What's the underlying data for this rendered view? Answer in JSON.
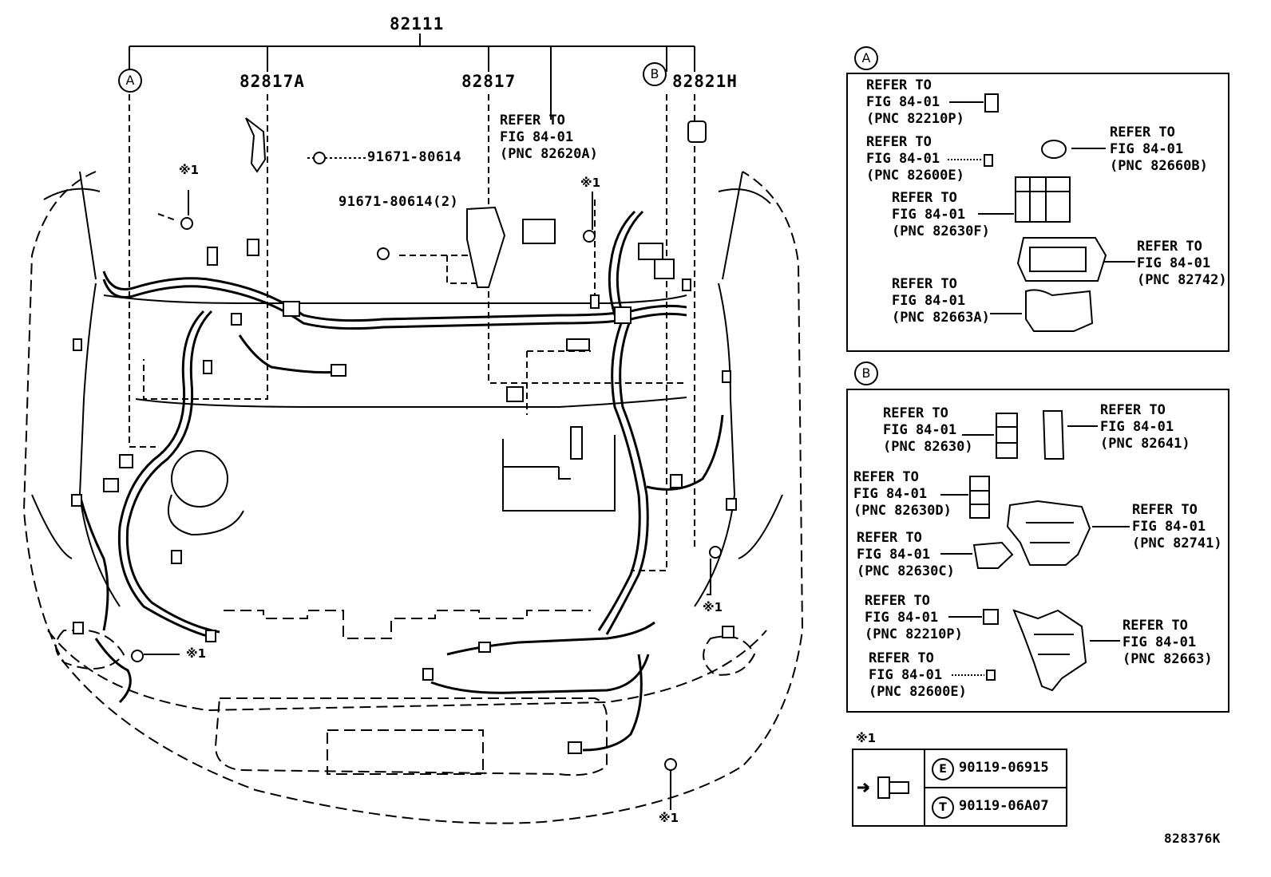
{
  "main_labels": {
    "harness": "82111",
    "bracket_a": "82817A",
    "bracket": "82817",
    "relay_h": "82821H",
    "bolt_1": "91671-80614",
    "bolt_2": "91671-80614(2)"
  },
  "ref_center": {
    "l1": "REFER TO",
    "l2": "FIG 84-01",
    "l3": "(PNC 82620A)"
  },
  "markers": {
    "a": "A",
    "b": "B",
    "note": "※1"
  },
  "panel_a": {
    "items": [
      {
        "l1": "REFER TO",
        "l2": "FIG 84-01",
        "l3": "(PNC 82210P)"
      },
      {
        "l1": "REFER TO",
        "l2": "FIG 84-01",
        "l3": "(PNC 82600E)"
      },
      {
        "l1": "REFER TO",
        "l2": "FIG 84-01",
        "l3": "(PNC 82630F)"
      },
      {
        "l1": "REFER TO",
        "l2": "FIG 84-01",
        "l3": "(PNC 82663A)"
      },
      {
        "l1": "REFER TO",
        "l2": "FIG 84-01",
        "l3": "(PNC 82660B)"
      },
      {
        "l1": "REFER TO",
        "l2": "FIG 84-01",
        "l3": "(PNC 82742)"
      }
    ]
  },
  "panel_b": {
    "items": [
      {
        "l1": "REFER TO",
        "l2": "FIG 84-01",
        "l3": "(PNC 82630)"
      },
      {
        "l1": "REFER TO",
        "l2": "FIG 84-01",
        "l3": "(PNC 82630D)"
      },
      {
        "l1": "REFER TO",
        "l2": "FIG 84-01",
        "l3": "(PNC 82630C)"
      },
      {
        "l1": "REFER TO",
        "l2": "FIG 84-01",
        "l3": "(PNC 82210P)"
      },
      {
        "l1": "REFER TO",
        "l2": "FIG 84-01",
        "l3": "(PNC 82600E)"
      },
      {
        "l1": "REFER TO",
        "l2": "FIG 84-01",
        "l3": "(PNC 82641)"
      },
      {
        "l1": "REFER TO",
        "l2": "FIG 84-01",
        "l3": "(PNC 82741)"
      },
      {
        "l1": "REFER TO",
        "l2": "FIG 84-01",
        "l3": "(PNC 82663)"
      }
    ]
  },
  "fastener_table": {
    "title": "※1",
    "rows": [
      {
        "code": "E",
        "part": "90119-06915"
      },
      {
        "code": "T",
        "part": "90119-06A07"
      }
    ]
  },
  "figure_id": "828376K"
}
